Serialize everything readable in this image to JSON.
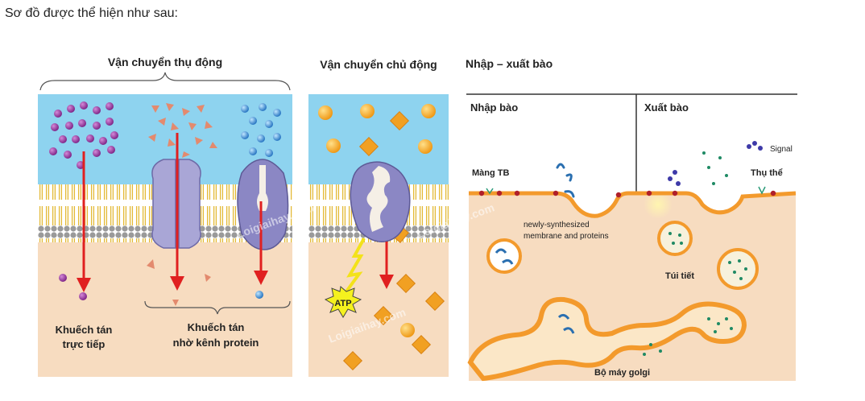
{
  "intro_text": "Sơ đồ được thể hiện như sau:",
  "passive": {
    "title": "Vận chuyển thụ động",
    "direct_line1": "Khuếch tán",
    "direct_line2": "trực tiếp",
    "channel_line1": "Khuếch tán",
    "channel_line2": "nhờ kênh protein"
  },
  "active": {
    "title": "Vận chuyển chủ động",
    "atp": "ATP"
  },
  "bulk": {
    "title": "Nhập – xuất bào",
    "endocytosis": "Nhập bào",
    "exocytosis": "Xuất bào",
    "membrane": "Màng TB",
    "signal": "Signal",
    "receptor": "Thụ thể",
    "new_line1": "newly-synthesized",
    "new_line2": "membrane and proteins",
    "vesicle": "Túi tiết",
    "golgi": "Bộ máy golgi"
  },
  "watermark": "Loigiaihay.com",
  "colors": {
    "extracellular": "#8ed3ef",
    "cytoplasm": "#f7dcc0",
    "lipid_head": "#9a9a9a",
    "lipid_tail": "#e9c64a",
    "arrow": "#e02020",
    "protein": "#a7a3d6",
    "orange_membrane": "#f39a2c",
    "particle_purple": "#8a2d91",
    "particle_salmon": "#e38a6e",
    "particle_blue": "#2a7fc9",
    "particle_orange": "#f1a022"
  }
}
